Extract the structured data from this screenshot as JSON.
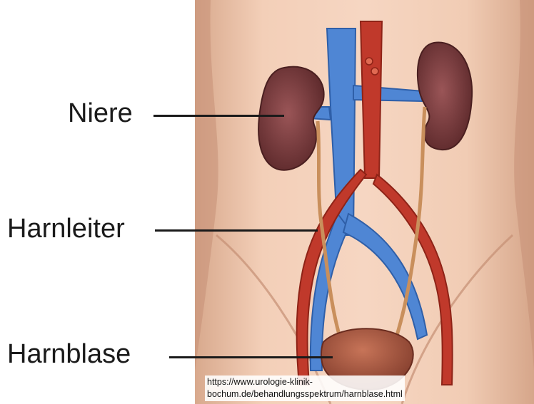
{
  "labels": {
    "kidney": "Niere",
    "ureter": "Harnleiter",
    "bladder": "Harnblase"
  },
  "source": {
    "line1": "https://www.urologie-klinik-",
    "line2": "bochum.de/behandlungsspektrum/harnblase.html"
  },
  "colors": {
    "skin": "#f0c9b0",
    "skin_shadow": "#d9a58c",
    "vein": "#4f86d4",
    "artery": "#c0392b",
    "kidney": "#7a3b3d",
    "bladder": "#a6553f",
    "ureter": "#c98f5c"
  }
}
